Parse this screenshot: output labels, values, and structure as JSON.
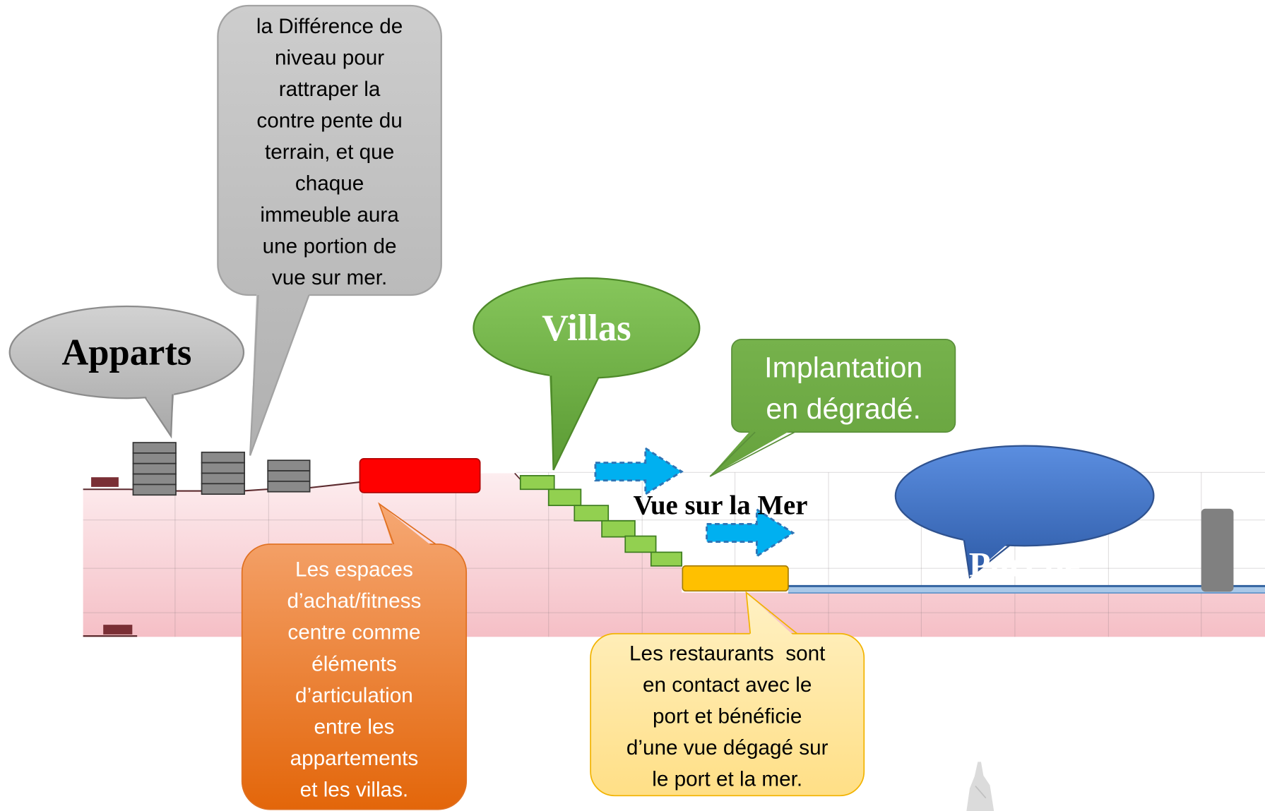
{
  "diagram_labels": {
    "vue_sur_la_mer": "Vue sur la Mer"
  },
  "callouts": {
    "apparts": {
      "label": "Apparts"
    },
    "difference_niveau": {
      "lines": [
        "la Différence de",
        "niveau pour",
        "rattraper la",
        "contre pente du",
        "terrain, et que",
        "chaque",
        "immeuble aura",
        "une portion de",
        "vue sur mer."
      ]
    },
    "villas": {
      "label": "Villas"
    },
    "implantation": {
      "lines": [
        "Implantation",
        "en dégradé."
      ]
    },
    "port": {
      "lines": [
        "Port de",
        "plaisance"
      ]
    },
    "espaces": {
      "lines": [
        "Les espaces",
        "d’achat/fitness",
        "centre comme",
        "éléments",
        "d’articulation",
        "entre les",
        "appartements",
        "et les villas."
      ]
    },
    "restaurants": {
      "lines": [
        "Les restaurants  sont",
        "en contact avec le",
        "port et bénéficie",
        "d’une vue dégagé sur",
        "le port et la mer."
      ]
    }
  },
  "colors": {
    "building": "#8a8a8a",
    "commerce": "#ff0000",
    "villa": "#92d050",
    "restaurant": "#ffc000",
    "water": "#a9c8e8",
    "arrow": "#00b0f0",
    "pier": "#808080"
  }
}
